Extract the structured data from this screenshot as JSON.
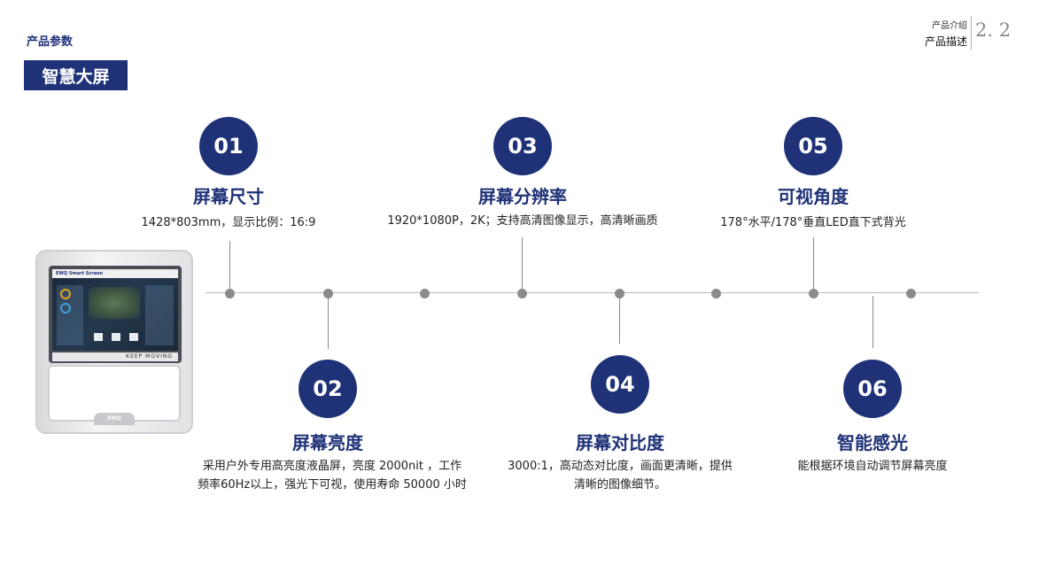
{
  "header": {
    "section_label": "产品参数",
    "title": "智慧大屏",
    "sub_label": "产品介绍",
    "main_label": "产品描述",
    "number": "2. 2"
  },
  "device": {
    "brand": "EWQ",
    "screen_header": "EWQ Smart Screen",
    "slogan": "KEEP MOVING",
    "base_logo": "EWQ"
  },
  "features": [
    {
      "num": "01",
      "title": "屏幕尺寸",
      "desc": [
        "1428*803mm，显示比例：16:9"
      ]
    },
    {
      "num": "02",
      "title": "屏幕亮度",
      "desc": [
        "采用户外专用高亮度液晶屏，亮度 2000nit ，工作",
        "频率60Hz以上，强光下可视，使用寿命 50000 小时"
      ]
    },
    {
      "num": "03",
      "title": "屏幕分辨率",
      "desc": [
        "1920*1080P，2K；支持高清图像显示，高清晰画质"
      ]
    },
    {
      "num": "04",
      "title": "屏幕对比度",
      "desc": [
        "3000:1，高动态对比度，画面更清晰，提供",
        "清晰的图像细节。"
      ]
    },
    {
      "num": "05",
      "title": "可视角度",
      "desc": [
        "178°水平/178°垂直LED直下式背光"
      ]
    },
    {
      "num": "06",
      "title": "智能感光",
      "desc": [
        "能根据环境自动调节屏幕亮度"
      ]
    }
  ],
  "colors": {
    "primary": "#1f3277",
    "timeline": "#8b8b8b"
  }
}
